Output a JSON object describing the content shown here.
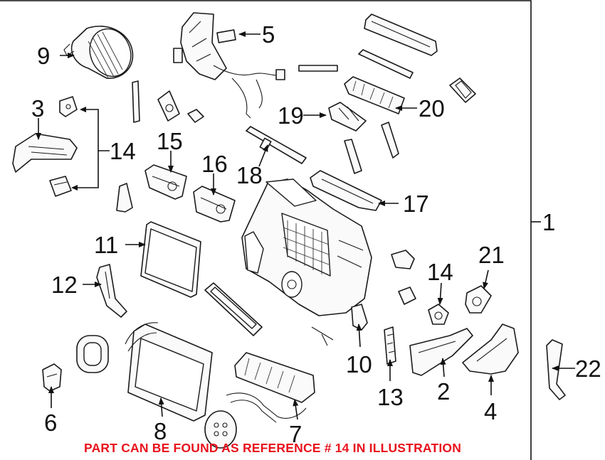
{
  "labels": {
    "l1": "1",
    "l2": "2",
    "l3": "3",
    "l4": "4",
    "l5": "5",
    "l6": "6",
    "l7": "7",
    "l8": "8",
    "l9": "9",
    "l10": "10",
    "l11": "11",
    "l12": "12",
    "l13": "13",
    "l14a": "14",
    "l14b": "14",
    "l15": "15",
    "l16": "16",
    "l17": "17",
    "l18": "18",
    "l19": "19",
    "l20": "20",
    "l21": "21",
    "l22": "22"
  },
  "notice": "PART CAN BE FOUND AS REFERENCE # 14 IN ILLUSTRATION",
  "colors": {
    "notice": "#e8111c",
    "line": "#111111",
    "background": "#ffffff"
  }
}
